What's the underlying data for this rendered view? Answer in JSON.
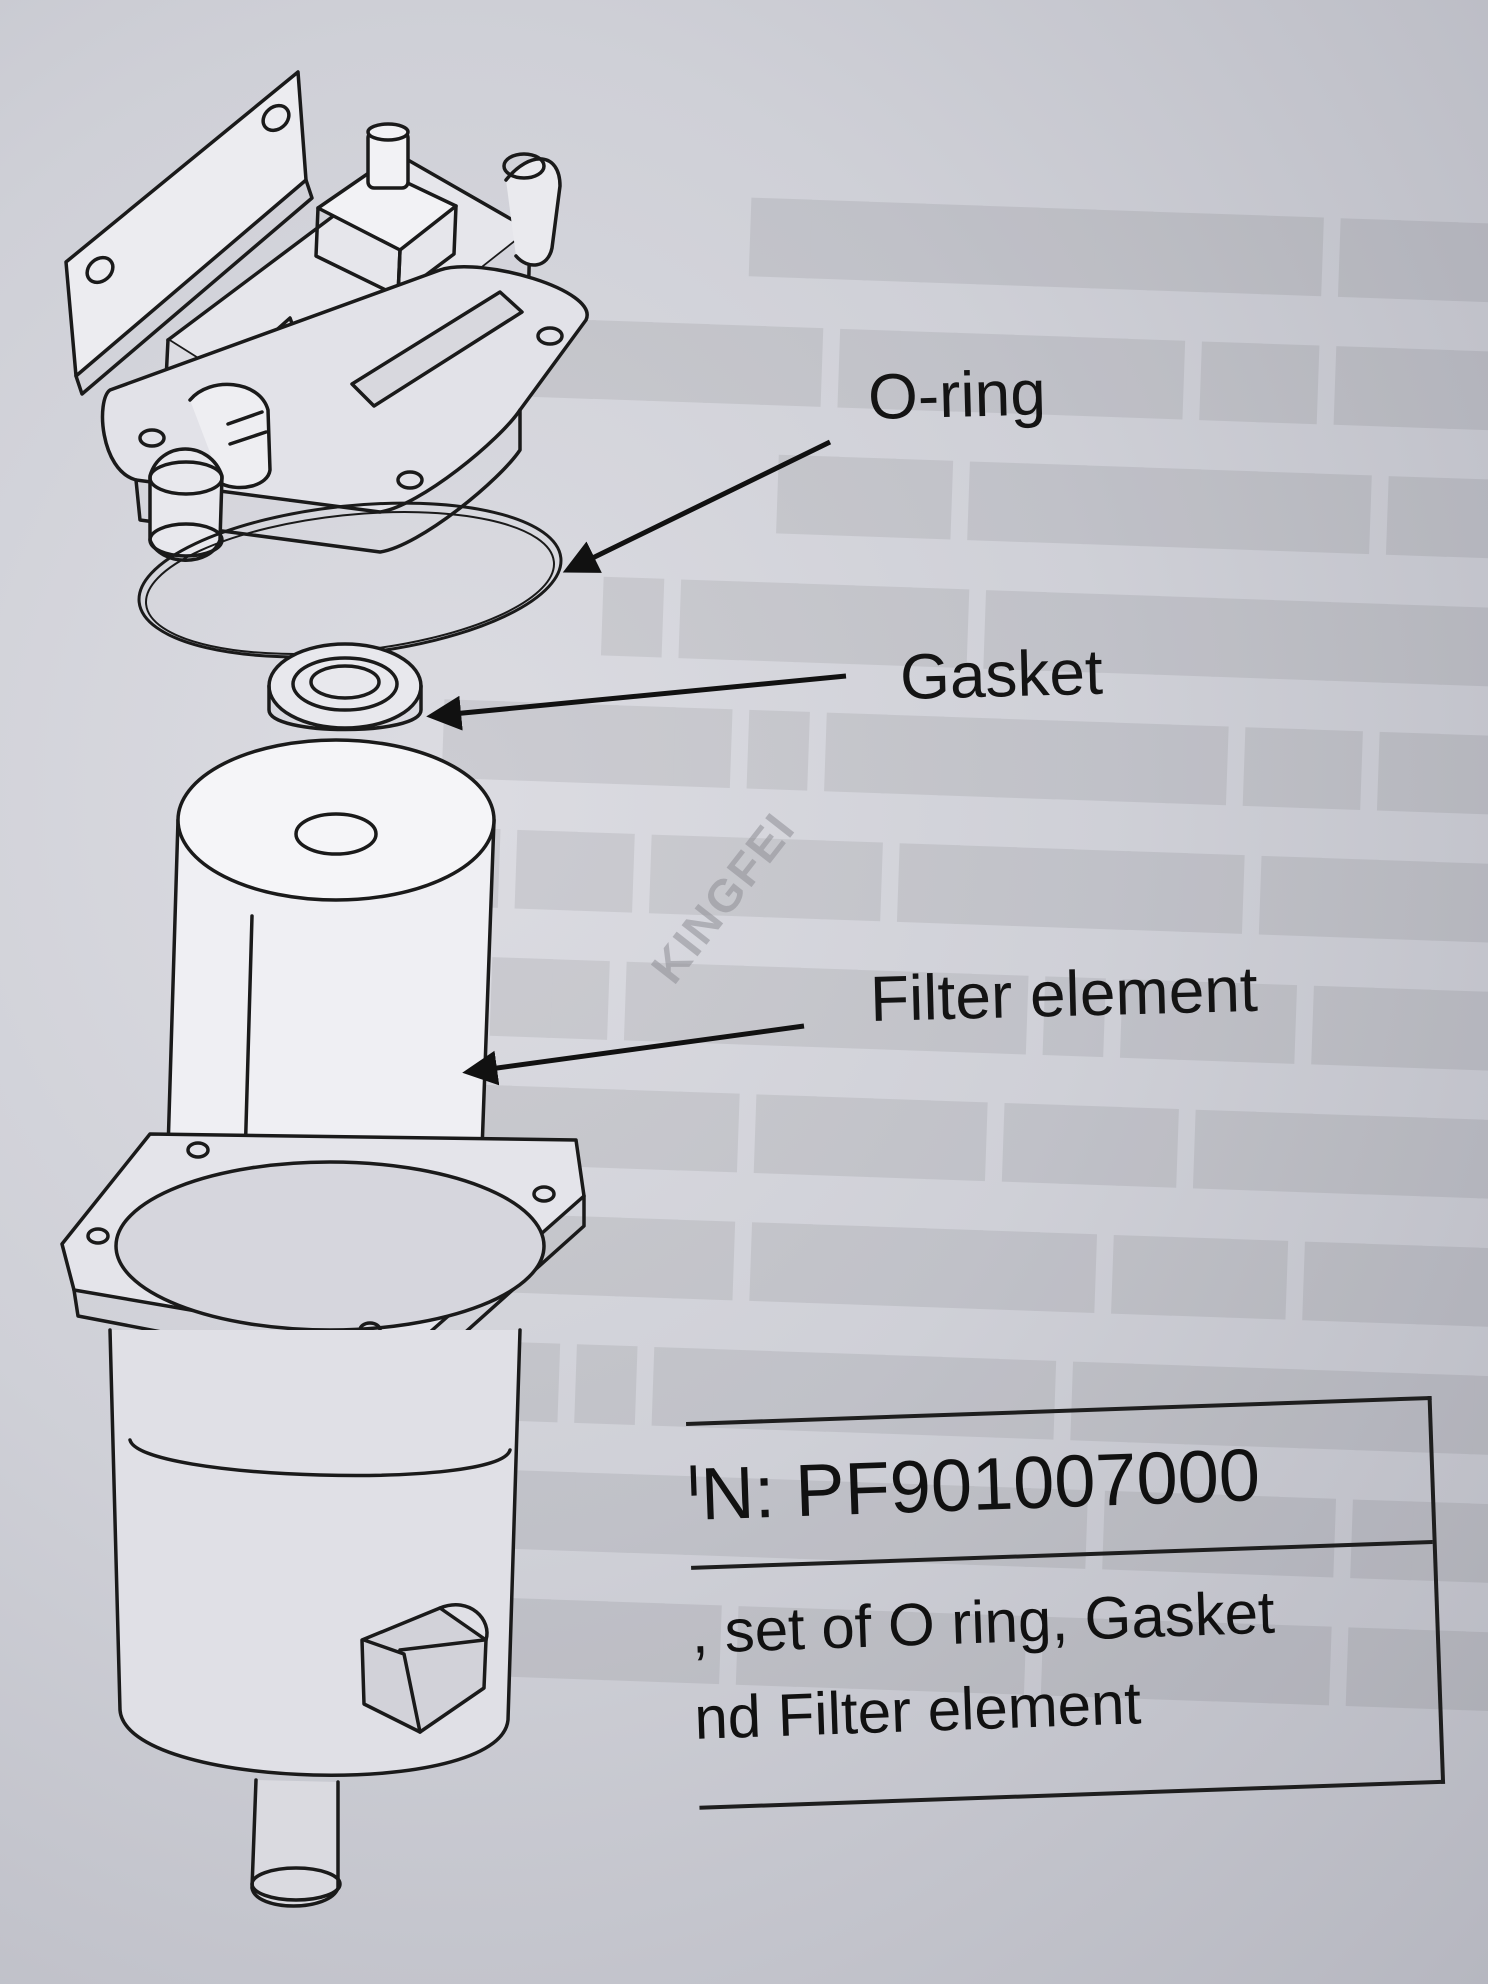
{
  "labels": {
    "o_ring": "O-ring",
    "gasket": "Gasket",
    "filter_element": "Filter element"
  },
  "watermark": "KINGFEI",
  "part_table": {
    "part_number": "ᑊN: PF901007000",
    "description_line_1": ", set of O ring, Gasket",
    "description_line_2": "nd Filter element"
  },
  "colors": {
    "paper": "#cfd0d7",
    "ink": "#141414",
    "watermark": "#8f8f96"
  }
}
